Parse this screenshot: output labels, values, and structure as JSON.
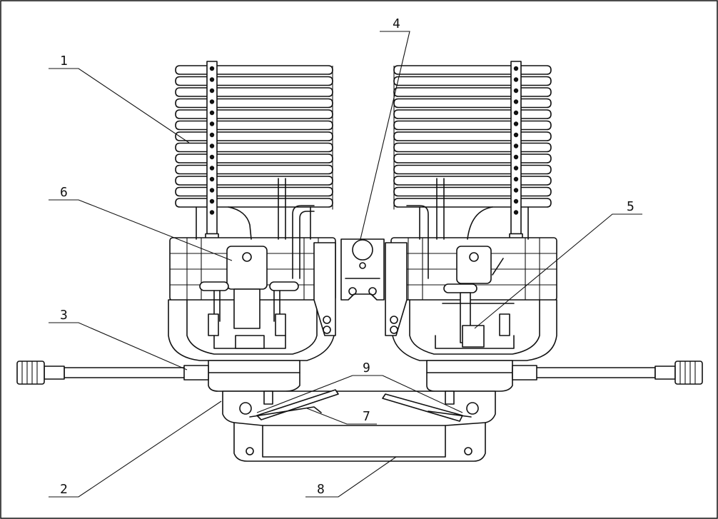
{
  "colors": {
    "line": "#111111",
    "background": "#ffffff"
  },
  "labels": {
    "l1": "1",
    "l2": "2",
    "l3": "3",
    "l4": "4",
    "l5": "5",
    "l6": "6",
    "l7": "7",
    "l8": "8",
    "l9": "9"
  }
}
